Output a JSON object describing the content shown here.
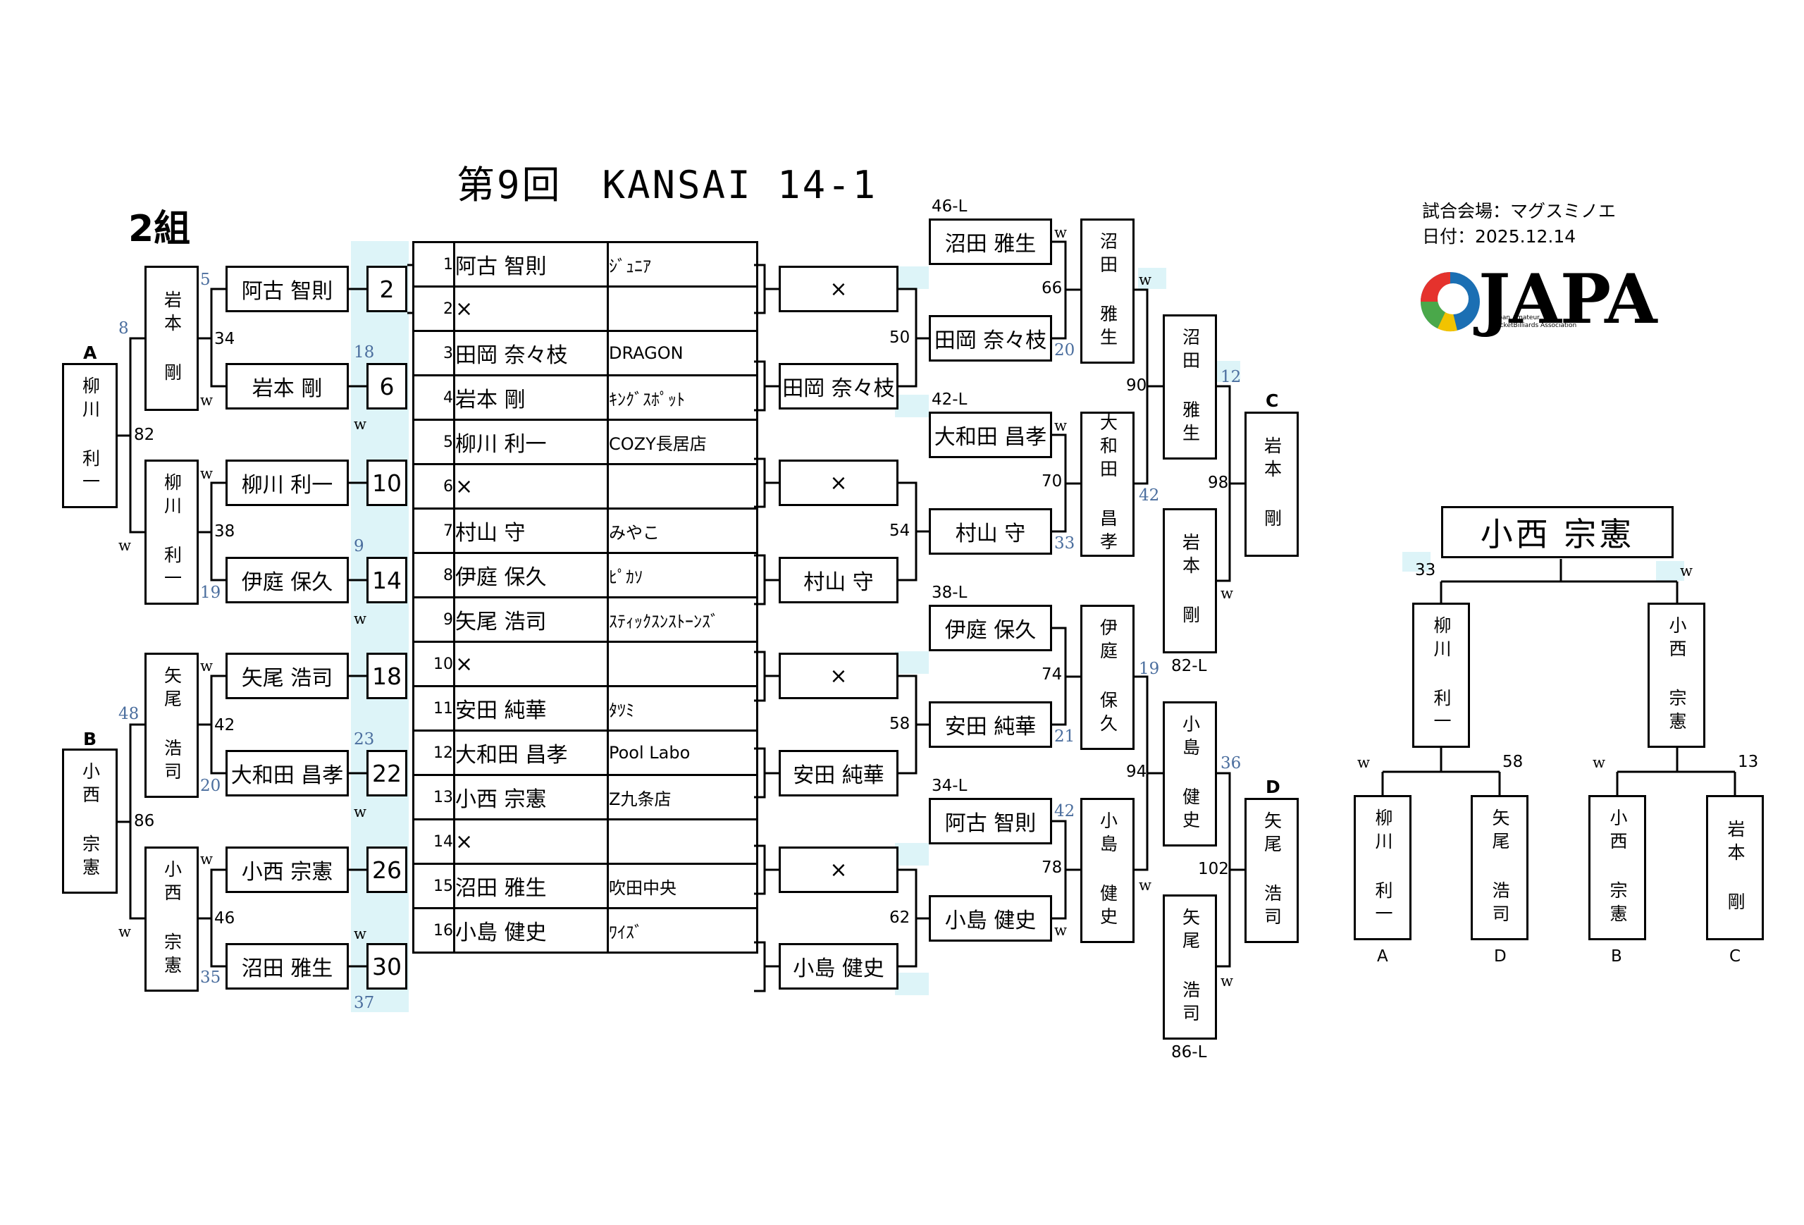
{
  "header": {
    "title": "第9回　KANSAI 14-1",
    "group": "2組",
    "venue": "試合会場：マグスミノエ",
    "date": "日付：2025.12.14"
  },
  "logo": {
    "wordmark": "JAPA",
    "tagline1": "Japan Amateur",
    "tagline2": "PocketBilliards Association",
    "colors": [
      "#1b6fb3",
      "#e5322d",
      "#4aa84a",
      "#f2c300"
    ]
  },
  "draw": [
    {
      "no": "1",
      "name": "阿古 智則",
      "club": "ｼﾞｭﾆｱ"
    },
    {
      "no": "2",
      "name": "×",
      "club": ""
    },
    {
      "no": "3",
      "name": "田岡 奈々枝",
      "club": "DRAGON"
    },
    {
      "no": "4",
      "name": "岩本 剛",
      "club": "ｷﾝｸﾞｽﾎﾟｯﾄ"
    },
    {
      "no": "5",
      "name": "柳川 利一",
      "club": "COZY長居店"
    },
    {
      "no": "6",
      "name": "×",
      "club": ""
    },
    {
      "no": "7",
      "name": "村山 守",
      "club": "みやこ"
    },
    {
      "no": "8",
      "name": "伊庭 保久",
      "club": "ﾋﾟｶｿ"
    },
    {
      "no": "9",
      "name": "矢尾 浩司",
      "club": "ｽﾃｨｯｸｽﾝｽﾄｰﾝｽﾞ"
    },
    {
      "no": "10",
      "name": "×",
      "club": ""
    },
    {
      "no": "11",
      "name": "安田 純華",
      "club": "ﾀﾂﾐ"
    },
    {
      "no": "12",
      "name": "大和田 昌孝",
      "club": "Pool Labo"
    },
    {
      "no": "13",
      "name": "小西 宗憲",
      "club": "Z九条店"
    },
    {
      "no": "14",
      "name": "×",
      "club": ""
    },
    {
      "no": "15",
      "name": "沼田 雅生",
      "club": "吹田中央"
    },
    {
      "no": "16",
      "name": "小島 健史",
      "club": "ﾜｲｽﾞ"
    }
  ],
  "left_bracket": {
    "match_numbers": [
      "2",
      "6",
      "10",
      "14",
      "18",
      "22",
      "26",
      "30"
    ],
    "round2_players": [
      "阿古 智則",
      "岩本 剛",
      "柳川 利一",
      "伊庭 保久",
      "矢尾 浩司",
      "大和田 昌孝",
      "小西 宗憲",
      "沼田 雅生"
    ],
    "round3_winners": [
      "岩本 剛",
      "柳川 利一",
      "矢尾 浩司",
      "小西 宗憲"
    ],
    "round3_match_numbers": [
      "34",
      "38",
      "42",
      "46"
    ],
    "finalists": [
      {
        "seed": "A",
        "name": "柳川 利一",
        "match": "82"
      },
      {
        "seed": "B",
        "name": "小西 宗憲",
        "match": "86"
      }
    ],
    "scores": {
      "m2_top": "5",
      "m2_bottom": "w",
      "m6_gap": "18",
      "m10_top": "w",
      "m10_bottom": "19",
      "m14_gap": "9",
      "m18_top": "w",
      "m18_bottom": "20",
      "m22_gap": "23",
      "m26_top": "w",
      "m26_bottom": "35",
      "m30_gap": "37",
      "a_top": "8",
      "a_bottom": "w",
      "b_top": "48",
      "b_bottom": "w",
      "w_marks": [
        "w",
        "w",
        "w",
        "w"
      ]
    }
  },
  "right_bracket": {
    "round1_results": [
      "×",
      "田岡 奈々枝",
      "×",
      "村山 守",
      "×",
      "安田 純華",
      "×",
      "小島 健史"
    ],
    "losers_labels": [
      "46-L",
      "42-L",
      "38-L",
      "34-L"
    ],
    "losers_players": [
      [
        "沼田 雅生",
        "田岡 奈々枝"
      ],
      [
        "大和田 昌孝",
        "村山 守"
      ],
      [
        "伊庭 保久",
        "安田 純華"
      ],
      [
        "阿古 智則",
        "小島 健史"
      ]
    ],
    "losers_matches": [
      "66",
      "70",
      "74",
      "78"
    ],
    "losers_in_matches": [
      "50",
      "54",
      "58",
      "62"
    ],
    "losers_scores": [
      [
        "w",
        "20"
      ],
      [
        "w",
        "33"
      ],
      [
        "",
        "21"
      ],
      [
        "42",
        "w"
      ]
    ],
    "losers_winners": [
      "沼田 雅生",
      "大和田 昌孝",
      "伊庭 保久",
      "小島 健史"
    ],
    "lr2_matches": [
      "90",
      "94"
    ],
    "lr2_scores": [
      [
        "w",
        "42"
      ],
      [
        "19",
        "w"
      ]
    ],
    "lr3_players": [
      "沼田 雅生",
      "岩本 剛",
      "小島 健史",
      "矢尾 浩司"
    ],
    "lr3_labels": [
      "82-L",
      "86-L"
    ],
    "lr3_matches": [
      "98",
      "102"
    ],
    "lr3_scores": [
      [
        "12",
        "w"
      ],
      [
        "36",
        "w"
      ]
    ],
    "finalists": [
      {
        "seed": "C",
        "name": "岩本 剛"
      },
      {
        "seed": "D",
        "name": "矢尾 浩司"
      }
    ]
  },
  "final": {
    "winner": "小西 宗憲",
    "semis": [
      {
        "name": "柳川 利一",
        "score": "33"
      },
      {
        "name": "小西 宗憲",
        "score": "w"
      }
    ],
    "quarters": [
      {
        "name": "柳川 利一",
        "score": "w",
        "seed": "A"
      },
      {
        "name": "矢尾 浩司",
        "score": "58",
        "seed": "D"
      },
      {
        "name": "小西 宗憲",
        "score": "w",
        "seed": "B"
      },
      {
        "name": "岩本 剛",
        "score": "13",
        "seed": "C"
      }
    ]
  }
}
